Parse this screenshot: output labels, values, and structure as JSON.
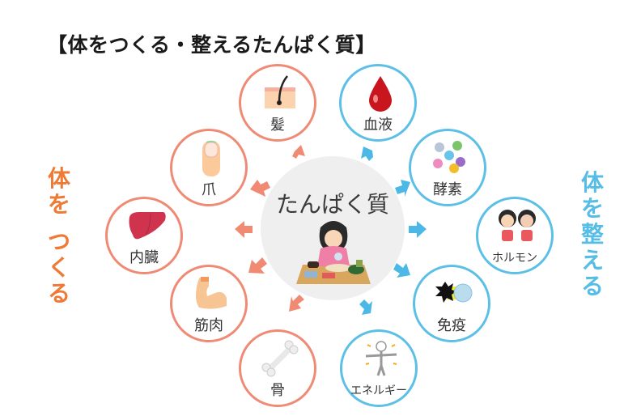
{
  "title": "【体をつくる・整えるたんぱく質】",
  "left_label": {
    "chars": [
      "体",
      "を",
      "",
      "つ",
      "く",
      "る"
    ],
    "text": "体をつくる",
    "color": "#ee7a35"
  },
  "right_label": {
    "chars": [
      "体",
      "を",
      "整",
      "え",
      "る"
    ],
    "text": "体を整える",
    "color": "#56bde6"
  },
  "center": {
    "label": "たんぱく質",
    "icon": "woman-eating-meal-icon"
  },
  "colors": {
    "build": "#ef8a75",
    "adjust": "#5cbfe6",
    "center_bg": "#efefef"
  },
  "build_nodes": [
    {
      "label": "髪",
      "icon": "hair-follicle-icon"
    },
    {
      "label": "爪",
      "icon": "fingernail-icon"
    },
    {
      "label": "内臓",
      "icon": "liver-icon"
    },
    {
      "label": "筋肉",
      "icon": "flexed-arm-icon"
    },
    {
      "label": "骨",
      "icon": "bone-icon"
    }
  ],
  "adjust_nodes": [
    {
      "label": "血液",
      "icon": "blood-drop-icon"
    },
    {
      "label": "酵素",
      "icon": "enzyme-particles-icon"
    },
    {
      "label": "ホルモン",
      "icon": "two-women-icon"
    },
    {
      "label": "免疫",
      "icon": "immune-vs-germ-icon"
    },
    {
      "label": "エネルギー",
      "icon": "energetic-person-icon"
    }
  ]
}
